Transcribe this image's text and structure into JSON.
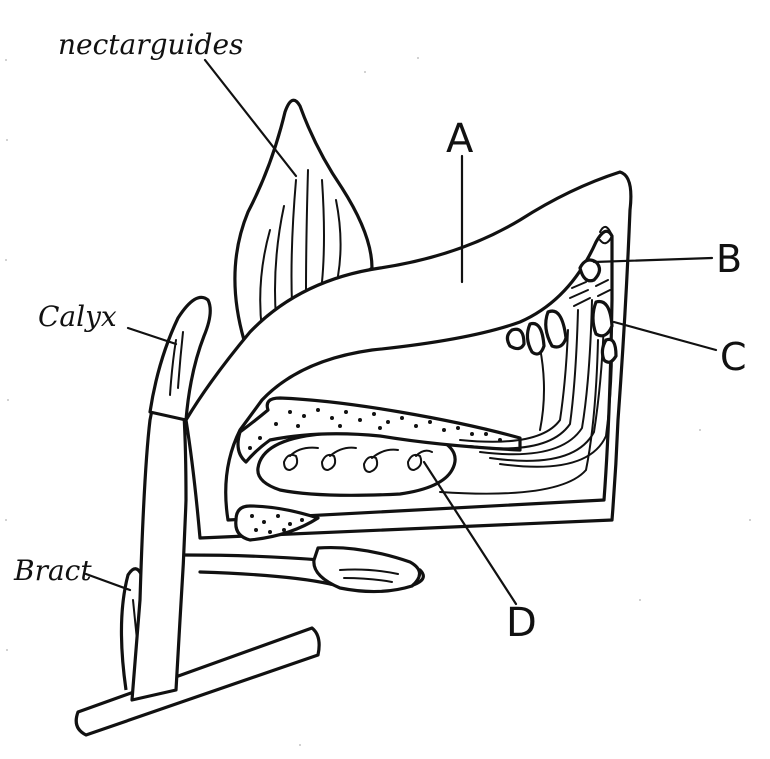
{
  "labels": {
    "nectar_guides": "nectarguides",
    "calyx": "Calyx",
    "bract": "Bract",
    "a": "A",
    "b": "B",
    "c": "C",
    "d": "D"
  },
  "colors": {
    "ink": "#111111",
    "paper": "#ffffff"
  }
}
